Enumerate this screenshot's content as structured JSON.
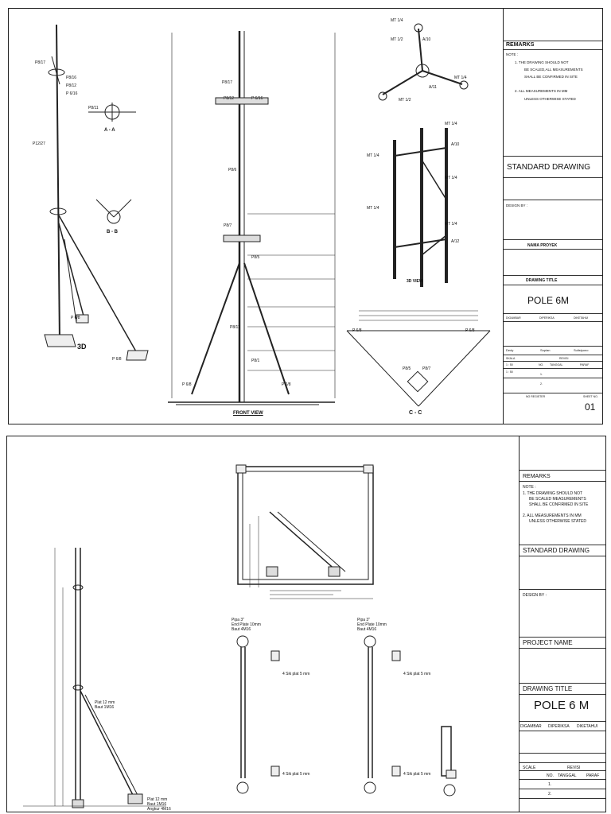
{
  "sheet1": {
    "labels": {
      "view_3d": "3D",
      "section_aa": "A - A",
      "section_bb": "B - B",
      "section_cc": "C - C",
      "front_view": "FRONT VIEW",
      "view_3d_right": "3D VIEW",
      "p12_27": "P12/27",
      "p8_17": "P8/17",
      "p8_16": "P8/16",
      "p8_12": "P8/12",
      "p6_16": "P 6/16",
      "p6_8": "P 6/8",
      "p8_11": "P8/11",
      "p8_6": "P8/6",
      "p8_7": "P8/7",
      "p8_5": "P8/5",
      "p8_1": "P8/1",
      "mt_14": "MT 1/4",
      "mt_12": "MT 1/2",
      "a10": "A/10",
      "a11": "A/11",
      "a12": "A/12"
    },
    "title_block": {
      "remarks": "REMARKS",
      "note": "NOTE :",
      "note1_line1": "1.   THE DRAWING SHOULD NOT",
      "note1_line2": "BE SCALED,ALL MEASUREMENTS",
      "note1_line3": "SHALL BE CONFIRMED IN SITE",
      "note2_line1": "2.   ALL MEASUREMENTS IN MM",
      "note2_line2": "UNLESS OTHERWISE STATED",
      "standard_drawing": "STANDARD DRAWING",
      "design_by": "DESIGN BY :",
      "project_name": "NAMA PROYEK",
      "drawing_title": "DRAWING TITLE",
      "pole": "POLE 6M",
      "col_digambar": "DIGAMBAR",
      "col_diperiksa": "DIPERIKSA",
      "col_diketahui": "DIKETAHUI",
      "name1": "Dedy",
      "name2": "Sopian",
      "name3": "Sulistyono",
      "skala": "SKALA",
      "revisi": "REVISI",
      "scale_val": "1 : 50",
      "no": "NO.",
      "tanggal": "TANGGAL",
      "paraf": "PARAF",
      "row1": "1.",
      "row2": "2.",
      "no_register": "NO REGISTER",
      "sheet_no": "SHEET NO.",
      "sheet_val": "01"
    }
  },
  "sheet2": {
    "labels": {
      "pipe_a": "Pipa 3\"",
      "end_plate_a": "End Plate 10mm",
      "baut_a": "Baut 4M16",
      "pipe_b": "Pipa 3\"",
      "end_plate_b": "End Plate 10mm",
      "baut_b": "Baut 4M16",
      "plat_12": "Plat 12 mm",
      "baut_m16": "Baut 1M16",
      "plat_12b": "Plat 12 mm",
      "baut_1m16": "Baut 1M16",
      "angkur": "Angkur 4M16",
      "plat_5a": "4 Sik plat 5 mm",
      "plat_5b": "4 Sik plat 5 mm",
      "plat_5c": "4 Sik plat 5 mm",
      "plat_5d": "4 Sik plat 5 mm"
    },
    "title_block": {
      "remarks": "REMARKS",
      "note": "NOTE :",
      "note1_line1": "1. THE DRAWING SHOULD NOT",
      "note1_line2": "BE SCALED MEASUREMENTS",
      "note1_line3": "SHALL BE CONFIRMED IN SITE",
      "note2_line1": "2. ALL MEASUREMENTS IN MM",
      "note2_line2": "UNLESS OTHERWISE STATED",
      "standard_drawing": "STANDARD DRAWING",
      "design_by": "DESIGN BY :",
      "project_name": "PROJECT NAME",
      "drawing_title": "DRAWING TITLE",
      "pole": "POLE 6 M",
      "col_digambar": "DIGAMBAR",
      "col_diperiksa": "DIPERIKSA",
      "col_diketahui": "DIKETAHUI",
      "scale": "SCALE",
      "revisi": "REVISI",
      "no": "NO.",
      "tanggal": "TANGGAL",
      "paraf": "PARAF",
      "row1": "1.",
      "row2": "2."
    }
  }
}
